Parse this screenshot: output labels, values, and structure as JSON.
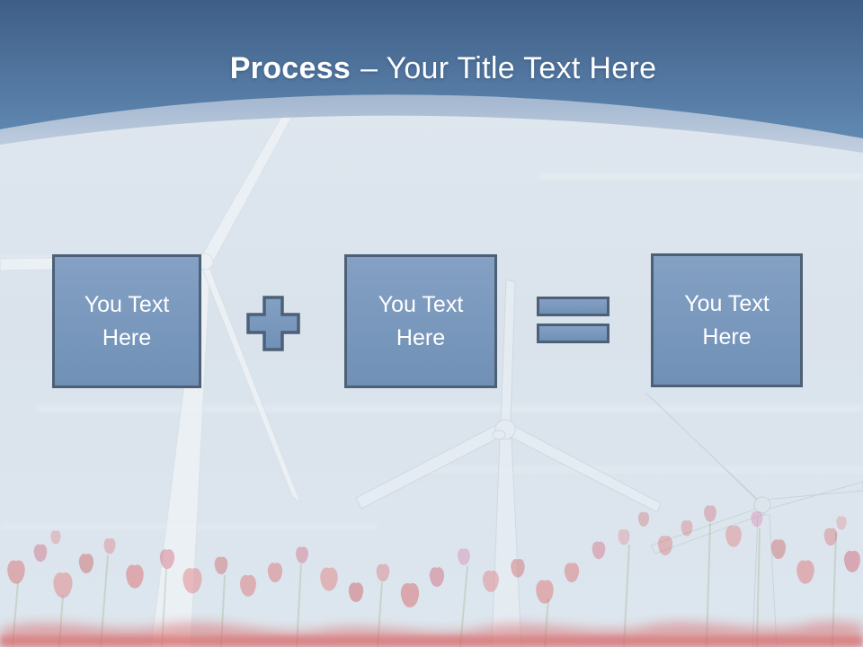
{
  "slide": {
    "title": {
      "emphasis": "Process",
      "suffix": "– Your Title Text Here"
    },
    "boxes": [
      {
        "label": "You Text Here"
      },
      {
        "label": "You Text Here"
      },
      {
        "label": "You Text Here"
      }
    ],
    "operators": [
      {
        "icon": "plus"
      },
      {
        "icon": "equals"
      }
    ],
    "background": {
      "scene": "faded photo of wind turbines above a field of red tulips"
    }
  },
  "colors": {
    "header_top": "#3f5e87",
    "header_bottom": "#6089b2",
    "arc_band": "#a9bdd5",
    "content_bg": "#dce4ed",
    "box_fill_top": "#84a1c4",
    "box_fill_bottom": "#7090b6",
    "box_border": "#4d6077",
    "box_text": "#ffffff",
    "title_text": "#fdfeff",
    "flower_red": "#d86060"
  }
}
